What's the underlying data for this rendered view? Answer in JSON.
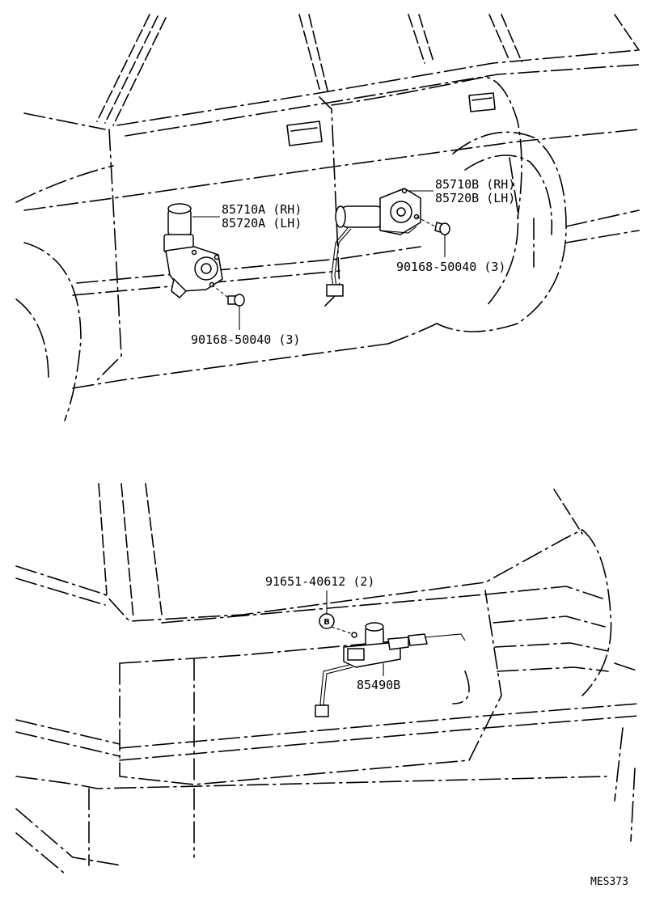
{
  "labels": {
    "front_motor_rh": "85710A (RH)",
    "front_motor_lh": "85720A (LH)",
    "front_screw": "90168-50040 (3)",
    "rear_motor_rh": "85710B (RH)",
    "rear_motor_lh": "85720B (LH)",
    "rear_screw": "90168-50040 (3)",
    "backdoor_bolt": "91651-40612 (2)",
    "bolt_marker": "B",
    "backdoor_motor": "85490B",
    "diagram_code": "MES373"
  }
}
